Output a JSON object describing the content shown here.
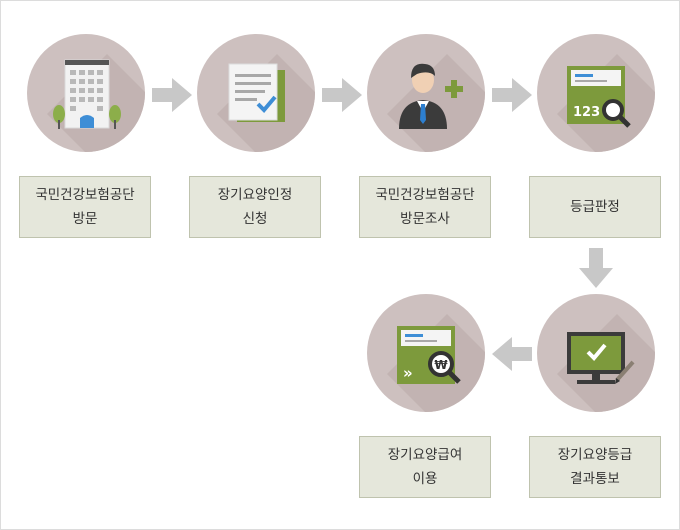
{
  "steps": [
    {
      "line1": "국민건강보험공단",
      "line2": "방문",
      "icon": "building-icon"
    },
    {
      "line1": "장기요양인정",
      "line2": "신청",
      "icon": "document-check-icon"
    },
    {
      "line1": "국민건강보험공단",
      "line2": "방문조사",
      "icon": "person-plus-icon"
    },
    {
      "line1": "등급판정",
      "line2": "",
      "icon": "magnifier-123-icon"
    },
    {
      "line1": "장기요양등급",
      "line2": "결과통보",
      "icon": "monitor-check-icon"
    },
    {
      "line1": "장기요양급여",
      "line2": "이용",
      "icon": "won-magnifier-icon"
    }
  ],
  "icon_texts": {
    "grade_number": "123",
    "won_symbol": "₩",
    "arrows": "»"
  },
  "colors": {
    "circle": "#cdc0bf",
    "label_bg": "#e5e7db",
    "label_border": "#bfc3ae",
    "arrow": "#c8c8c8",
    "green": "#7d9a3c"
  }
}
